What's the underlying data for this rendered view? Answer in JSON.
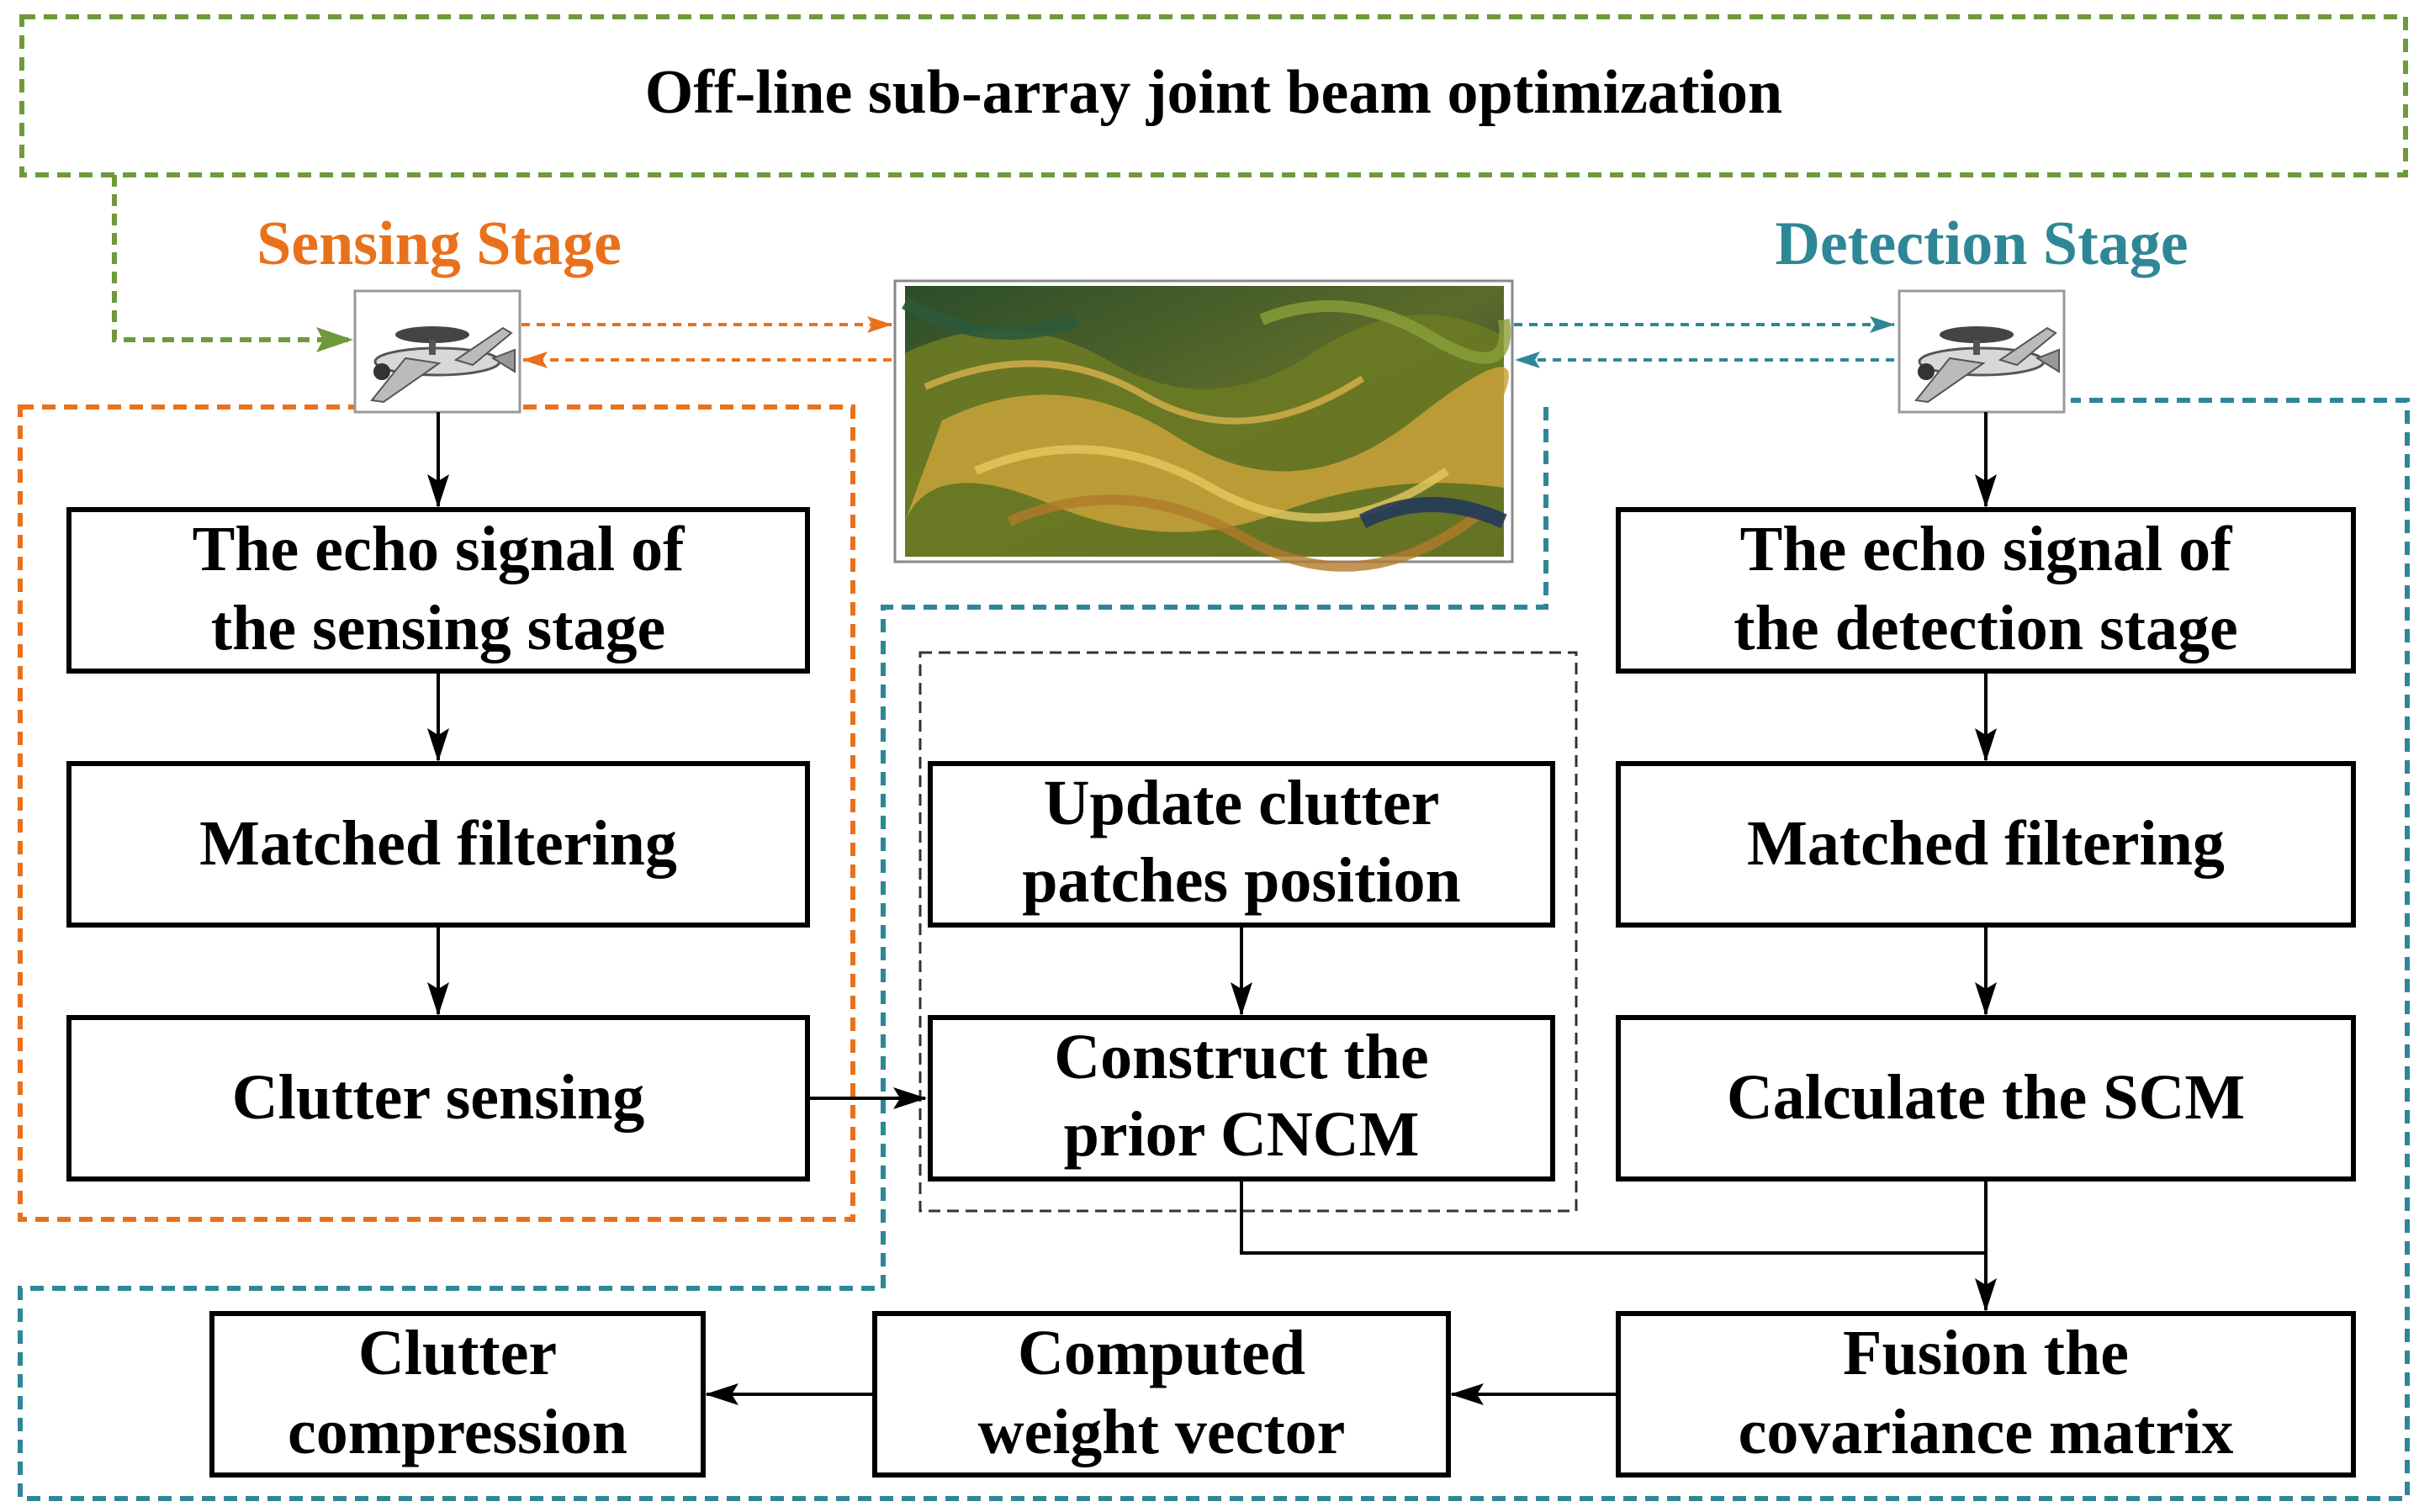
{
  "top_banner": {
    "text": "Off-line sub-array joint beam optimization",
    "color": "#6f9a3a"
  },
  "sensing": {
    "label": "Sensing Stage",
    "color": "#e9711c",
    "echo": [
      "The echo signal of",
      "the sensing stage"
    ],
    "matched": "Matched filtering",
    "clutter": "Clutter sensing"
  },
  "detection": {
    "label": "Detection Stage",
    "color": "#2e8796",
    "echo": [
      "The echo signal of",
      "the detection stage"
    ],
    "matched": "Matched filtering",
    "scm": "Calculate the SCM"
  },
  "middle": {
    "update": [
      "Update clutter",
      "patches position"
    ],
    "construct": [
      "Construct the",
      "prior CNCM"
    ]
  },
  "bottom": {
    "fusion": [
      "Fusion the",
      "covariance matrix"
    ],
    "weight": [
      "Computed",
      "weight vector"
    ],
    "compression": [
      "Clutter",
      "compression"
    ]
  },
  "icons": {
    "aircraft": "aircraft-icon",
    "terrain": "terrain-image"
  }
}
